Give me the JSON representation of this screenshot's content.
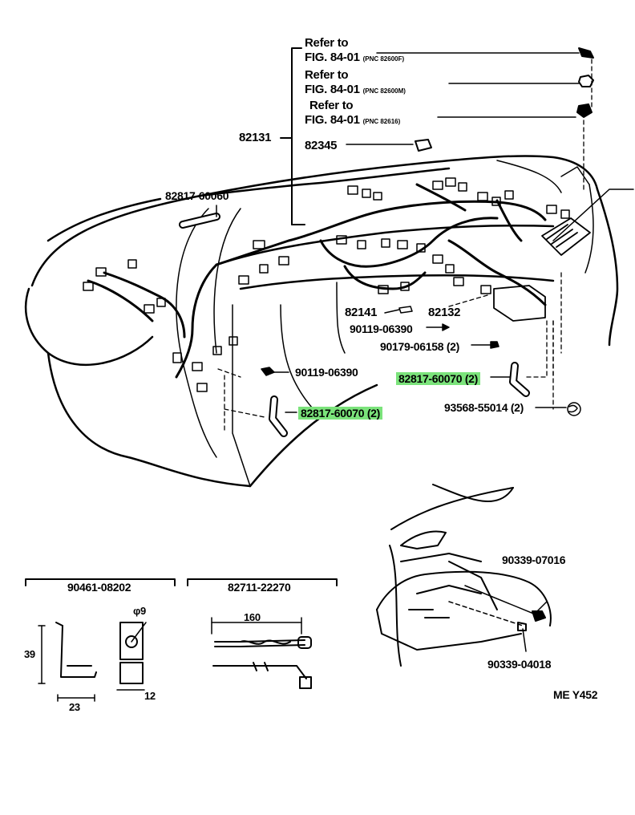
{
  "refs": [
    {
      "line1": "Refer to",
      "line2": "FIG. 84-01",
      "pnc": "(PNC 82600F)"
    },
    {
      "line1": "Refer to",
      "line2": "FIG. 84-01",
      "pnc": "(PNC 82600M)"
    },
    {
      "line1": "Refer to",
      "line2": "FIG. 84-01",
      "pnc": "(PNC 82616)"
    }
  ],
  "parts": {
    "p82131": "82131",
    "p82345": "82345",
    "p82817_60060": "82817-60060",
    "p82141": "82141",
    "p82132": "82132",
    "p90119_06390a": "90119-06390",
    "p90179_06158": "90179-06158 (2)",
    "p90119_06390b": "90119-06390",
    "p82817_60070a": "82817-60070 (2)",
    "p93568_55014": "93568-55014 (2)",
    "p82817_60070b": "82817-60070 (2)",
    "p90339_07016": "90339-07016",
    "p90339_04018": "90339-04018"
  },
  "detail_left": {
    "part": "90461-08202",
    "dim_height": "39",
    "dim_width": "23",
    "dim_hole": "φ9",
    "dim_thick": "12"
  },
  "detail_mid": {
    "part": "82711-22270",
    "dim_length": "160"
  },
  "diagram_code": "ME Y452",
  "colors": {
    "highlight": "#7be37b",
    "ink": "#000000"
  }
}
